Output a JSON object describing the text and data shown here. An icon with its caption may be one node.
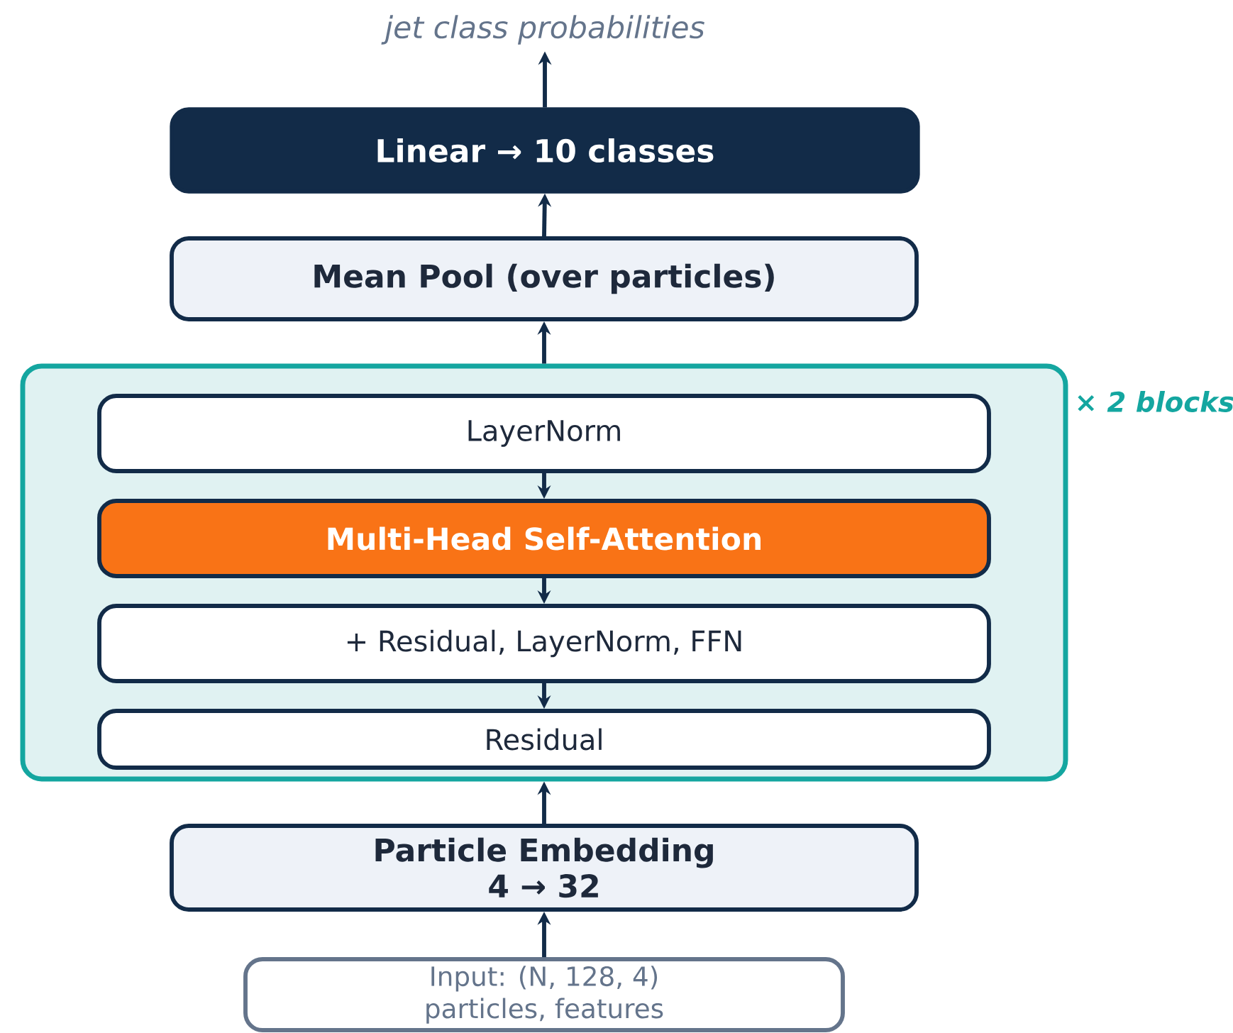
{
  "diagram": {
    "nodes": [
      {
        "text": [
          "jet class probabilities"
        ]
      },
      {
        "text": [
          "Linear → 10 classes"
        ]
      },
      {
        "text": [
          "Mean Pool (over particles)"
        ]
      },
      {
        "text": [
          "× 2 blocks"
        ]
      },
      {
        "text": [
          "LayerNorm"
        ],
        "in": 3
      },
      {
        "text": [
          "Multi-Head Self-Attention"
        ],
        "in": 3
      },
      {
        "text": [
          "+ Residual,  LayerNorm,  FFN"
        ],
        "in": 3
      },
      {
        "text": [
          "Residual"
        ],
        "in": 3
      },
      {
        "text": [
          "Particle Embedding",
          "4 → 32"
        ]
      },
      {
        "text": [
          "Input: (N, 128, 4)",
          "particles, features"
        ]
      }
    ],
    "edges": [
      {
        "from": 9,
        "to": 8,
        "arrow": "to"
      },
      {
        "from": 8,
        "to": 3,
        "arrow": "to"
      },
      {
        "from": 3,
        "to": 2,
        "arrow": "to"
      },
      {
        "from": 2,
        "to": 1,
        "arrow": "to"
      },
      {
        "from": 1,
        "to": 0,
        "arrow": "to"
      },
      {
        "from": 4,
        "to": 5,
        "arrow": "to"
      },
      {
        "from": 5,
        "to": 6,
        "arrow": "to"
      },
      {
        "from": 6,
        "to": 7,
        "arrow": "to"
      }
    ]
  }
}
